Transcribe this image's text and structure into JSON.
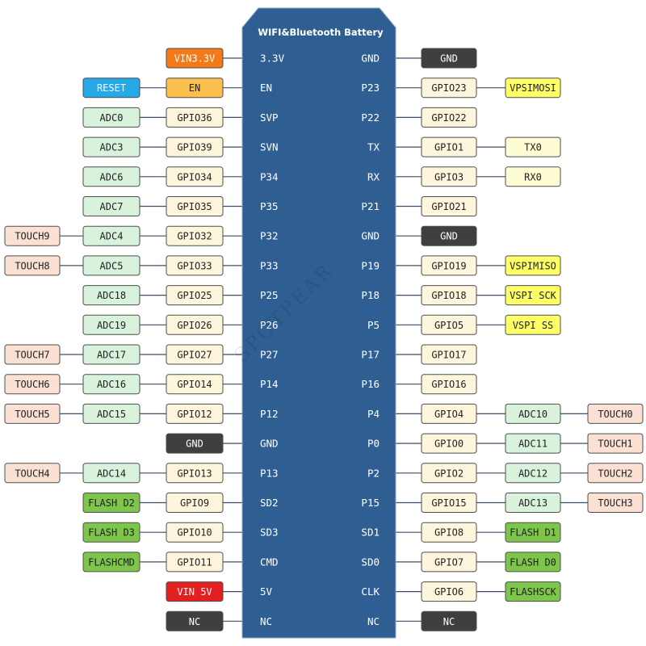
{
  "board": {
    "title": "WIFI&Bluetooth Battery",
    "watermark": "SPOTPEAR"
  },
  "colors": {
    "board_fill": "#2f5f92",
    "board_stroke": "#8aa6c4",
    "line": "#3d4f66",
    "tag_stroke": "#4d4d4d",
    "power": "#f47a17",
    "gnd": "#3d3f41",
    "vin5": "#e41f1f",
    "reset": "#26a9e8",
    "en": "#fbc04e",
    "gpio": "#fdf6dc",
    "adc": "#d8f2dc",
    "touch": "#fbe1d3",
    "vspi": "#ffff66",
    "uart": "#fefcd3",
    "flash": "#7ec54c"
  },
  "rows": [
    {
      "left_pin": "3.3V",
      "right_pin": "GND",
      "left_tags": [
        {
          "text": "VIN3.3V",
          "kind": "power"
        }
      ],
      "right_tags": [
        {
          "text": "GND",
          "kind": "gnd"
        }
      ]
    },
    {
      "left_pin": "EN",
      "right_pin": "P23",
      "left_tags": [
        {
          "text": "EN",
          "kind": "en"
        },
        {
          "text": "RESET",
          "kind": "reset"
        }
      ],
      "right_tags": [
        {
          "text": "GPIO23",
          "kind": "gpio"
        },
        {
          "text": "VPSIMOSI",
          "kind": "vspi"
        }
      ]
    },
    {
      "left_pin": "SVP",
      "right_pin": "P22",
      "left_tags": [
        {
          "text": "GPIO36",
          "kind": "gpio"
        },
        {
          "text": "ADC0",
          "kind": "adc"
        }
      ],
      "right_tags": [
        {
          "text": "GPIO22",
          "kind": "gpio"
        }
      ]
    },
    {
      "left_pin": "SVN",
      "right_pin": "TX",
      "left_tags": [
        {
          "text": "GPIO39",
          "kind": "gpio"
        },
        {
          "text": "ADC3",
          "kind": "adc"
        }
      ],
      "right_tags": [
        {
          "text": "GPIO1",
          "kind": "gpio"
        },
        {
          "text": "TX0",
          "kind": "uart"
        }
      ]
    },
    {
      "left_pin": "P34",
      "right_pin": "RX",
      "left_tags": [
        {
          "text": "GPIO34",
          "kind": "gpio"
        },
        {
          "text": "ADC6",
          "kind": "adc"
        }
      ],
      "right_tags": [
        {
          "text": "GPIO3",
          "kind": "gpio"
        },
        {
          "text": "RX0",
          "kind": "uart"
        }
      ]
    },
    {
      "left_pin": "P35",
      "right_pin": "P21",
      "left_tags": [
        {
          "text": "GPIO35",
          "kind": "gpio"
        },
        {
          "text": "ADC7",
          "kind": "adc"
        }
      ],
      "right_tags": [
        {
          "text": "GPIO21",
          "kind": "gpio"
        }
      ]
    },
    {
      "left_pin": "P32",
      "right_pin": "GND",
      "left_tags": [
        {
          "text": "GPIO32",
          "kind": "gpio"
        },
        {
          "text": "ADC4",
          "kind": "adc"
        },
        {
          "text": "TOUCH9",
          "kind": "touch"
        }
      ],
      "right_tags": [
        {
          "text": "GND",
          "kind": "gnd"
        }
      ]
    },
    {
      "left_pin": "P33",
      "right_pin": "P19",
      "left_tags": [
        {
          "text": "GPIO33",
          "kind": "gpio"
        },
        {
          "text": "ADC5",
          "kind": "adc"
        },
        {
          "text": "TOUCH8",
          "kind": "touch"
        }
      ],
      "right_tags": [
        {
          "text": "GPIO19",
          "kind": "gpio"
        },
        {
          "text": "VSPIMISO",
          "kind": "vspi"
        }
      ]
    },
    {
      "left_pin": "P25",
      "right_pin": "P18",
      "left_tags": [
        {
          "text": "GPIO25",
          "kind": "gpio"
        },
        {
          "text": "ADC18",
          "kind": "adc"
        }
      ],
      "right_tags": [
        {
          "text": "GPIO18",
          "kind": "gpio"
        },
        {
          "text": "VSPI SCK",
          "kind": "vspi"
        }
      ]
    },
    {
      "left_pin": "P26",
      "right_pin": "P5",
      "left_tags": [
        {
          "text": "GPIO26",
          "kind": "gpio"
        },
        {
          "text": "ADC19",
          "kind": "adc"
        }
      ],
      "right_tags": [
        {
          "text": "GPIO5",
          "kind": "gpio"
        },
        {
          "text": "VSPI SS",
          "kind": "vspi"
        }
      ]
    },
    {
      "left_pin": "P27",
      "right_pin": "P17",
      "left_tags": [
        {
          "text": "GPIO27",
          "kind": "gpio"
        },
        {
          "text": "ADC17",
          "kind": "adc"
        },
        {
          "text": "TOUCH7",
          "kind": "touch"
        }
      ],
      "right_tags": [
        {
          "text": "GPIO17",
          "kind": "gpio"
        }
      ]
    },
    {
      "left_pin": "P14",
      "right_pin": "P16",
      "left_tags": [
        {
          "text": "GPIO14",
          "kind": "gpio"
        },
        {
          "text": "ADC16",
          "kind": "adc"
        },
        {
          "text": "TOUCH6",
          "kind": "touch"
        }
      ],
      "right_tags": [
        {
          "text": "GPIO16",
          "kind": "gpio"
        }
      ]
    },
    {
      "left_pin": "P12",
      "right_pin": "P4",
      "left_tags": [
        {
          "text": "GPIO12",
          "kind": "gpio"
        },
        {
          "text": "ADC15",
          "kind": "adc"
        },
        {
          "text": "TOUCH5",
          "kind": "touch"
        }
      ],
      "right_tags": [
        {
          "text": "GPIO4",
          "kind": "gpio"
        },
        {
          "text": "ADC10",
          "kind": "adc"
        },
        {
          "text": "TOUCH0",
          "kind": "touch"
        }
      ]
    },
    {
      "left_pin": "GND",
      "right_pin": "P0",
      "left_tags": [
        {
          "text": "GND",
          "kind": "gnd"
        }
      ],
      "right_tags": [
        {
          "text": "GPIO0",
          "kind": "gpio"
        },
        {
          "text": "ADC11",
          "kind": "adc"
        },
        {
          "text": "TOUCH1",
          "kind": "touch"
        }
      ]
    },
    {
      "left_pin": "P13",
      "right_pin": "P2",
      "left_tags": [
        {
          "text": "GPIO13",
          "kind": "gpio"
        },
        {
          "text": "ADC14",
          "kind": "adc"
        },
        {
          "text": "TOUCH4",
          "kind": "touch"
        }
      ],
      "right_tags": [
        {
          "text": "GPIO2",
          "kind": "gpio"
        },
        {
          "text": "ADC12",
          "kind": "adc"
        },
        {
          "text": "TOUCH2",
          "kind": "touch"
        }
      ]
    },
    {
      "left_pin": "SD2",
      "right_pin": "P15",
      "left_tags": [
        {
          "text": "GPIO9",
          "kind": "gpio"
        },
        {
          "text": "FLASH D2",
          "kind": "flash"
        }
      ],
      "right_tags": [
        {
          "text": "GPIO15",
          "kind": "gpio"
        },
        {
          "text": "ADC13",
          "kind": "adc"
        },
        {
          "text": "TOUCH3",
          "kind": "touch"
        }
      ]
    },
    {
      "left_pin": "SD3",
      "right_pin": "SD1",
      "left_tags": [
        {
          "text": "GPIO10",
          "kind": "gpio"
        },
        {
          "text": "FLASH D3",
          "kind": "flash"
        }
      ],
      "right_tags": [
        {
          "text": "GPIO8",
          "kind": "gpio"
        },
        {
          "text": "FLASH D1",
          "kind": "flash"
        }
      ]
    },
    {
      "left_pin": "CMD",
      "right_pin": "SD0",
      "left_tags": [
        {
          "text": "GPIO11",
          "kind": "gpio"
        },
        {
          "text": "FLASHCMD",
          "kind": "flash"
        }
      ],
      "right_tags": [
        {
          "text": "GPIO7",
          "kind": "gpio"
        },
        {
          "text": "FLASH D0",
          "kind": "flash"
        }
      ]
    },
    {
      "left_pin": "5V",
      "right_pin": "CLK",
      "left_tags": [
        {
          "text": "VIN 5V",
          "kind": "vin5"
        }
      ],
      "right_tags": [
        {
          "text": "GPIO6",
          "kind": "gpio"
        },
        {
          "text": "FLASHSCK",
          "kind": "flash"
        }
      ]
    },
    {
      "left_pin": "NC",
      "right_pin": "NC",
      "left_tags": [
        {
          "text": "NC",
          "kind": "gnd"
        }
      ],
      "right_tags": [
        {
          "text": "NC",
          "kind": "gnd"
        }
      ]
    }
  ]
}
